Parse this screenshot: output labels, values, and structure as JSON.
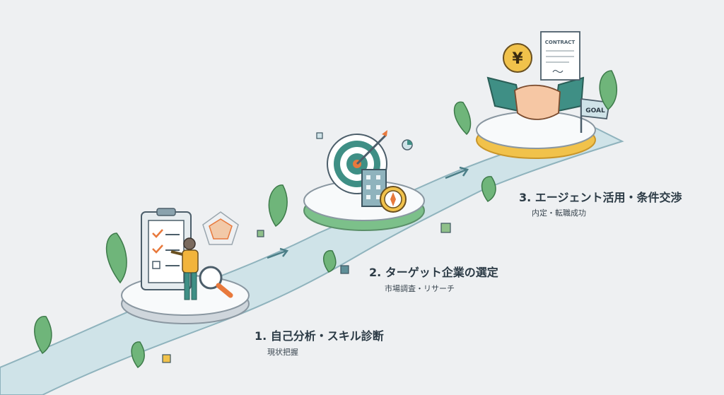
{
  "steps": [
    {
      "number": "1.",
      "title": "自己分析・スキル診断",
      "subtitle": "現状把握"
    },
    {
      "number": "2.",
      "title": "ターゲット企業の選定",
      "subtitle": "市場調査・リサーチ"
    },
    {
      "number": "3.",
      "title": "エージェント活用・条件交渉",
      "subtitle": "内定・転職成功"
    }
  ],
  "illustration": {
    "contract_label": "CONTRACT",
    "goal_flag_label": "GOAL",
    "yen_symbol": "¥"
  },
  "colors": {
    "path": "#cfe3e8",
    "path_edge": "#8fb3bd",
    "platform_1_rim": "#cfd6dc",
    "platform_2_rim": "#7cc08a",
    "platform_3_rim": "#f1c24b",
    "teal": "#3f8f85",
    "orange": "#e8793c",
    "leaf": "#6fb57a"
  }
}
